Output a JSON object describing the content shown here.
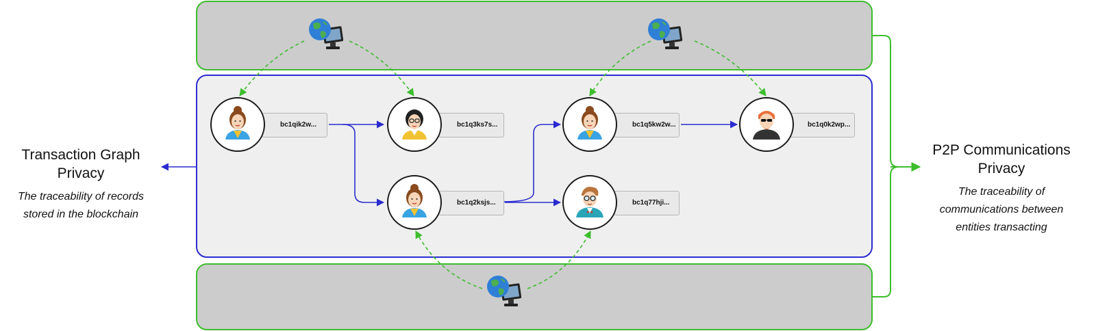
{
  "left_label": {
    "title_line1": "Transaction Graph",
    "title_line2": "Privacy",
    "desc_line1": "The traceability of records",
    "desc_line2": "stored in the blockchain"
  },
  "right_label": {
    "title_line1": "P2P Communications",
    "title_line2": "Privacy",
    "desc_line1": "The traceability of",
    "desc_line2": "communications between",
    "desc_line3": "entities transacting"
  },
  "addresses": {
    "a1": "bc1qik2w...",
    "a2": "bc1q3ks7s...",
    "a3": "bc1q5kw2w...",
    "a4": "bc1q0k2wp...",
    "a5": "bc1q2ksjs...",
    "a6": "bc1q77hji..."
  },
  "colors": {
    "p2p_green": "#3cbd2c",
    "graph_blue": "#2b2bd0",
    "network_panel": "#cccccc",
    "graph_panel": "#efefef"
  },
  "icons": {
    "node_avatars": [
      "woman-avatar",
      "woman-glasses-avatar",
      "woman-avatar",
      "bearded-man-sunglasses-avatar",
      "woman-avatar",
      "man-glasses-avatar"
    ],
    "network_nodes": "globe-computer-icon"
  }
}
